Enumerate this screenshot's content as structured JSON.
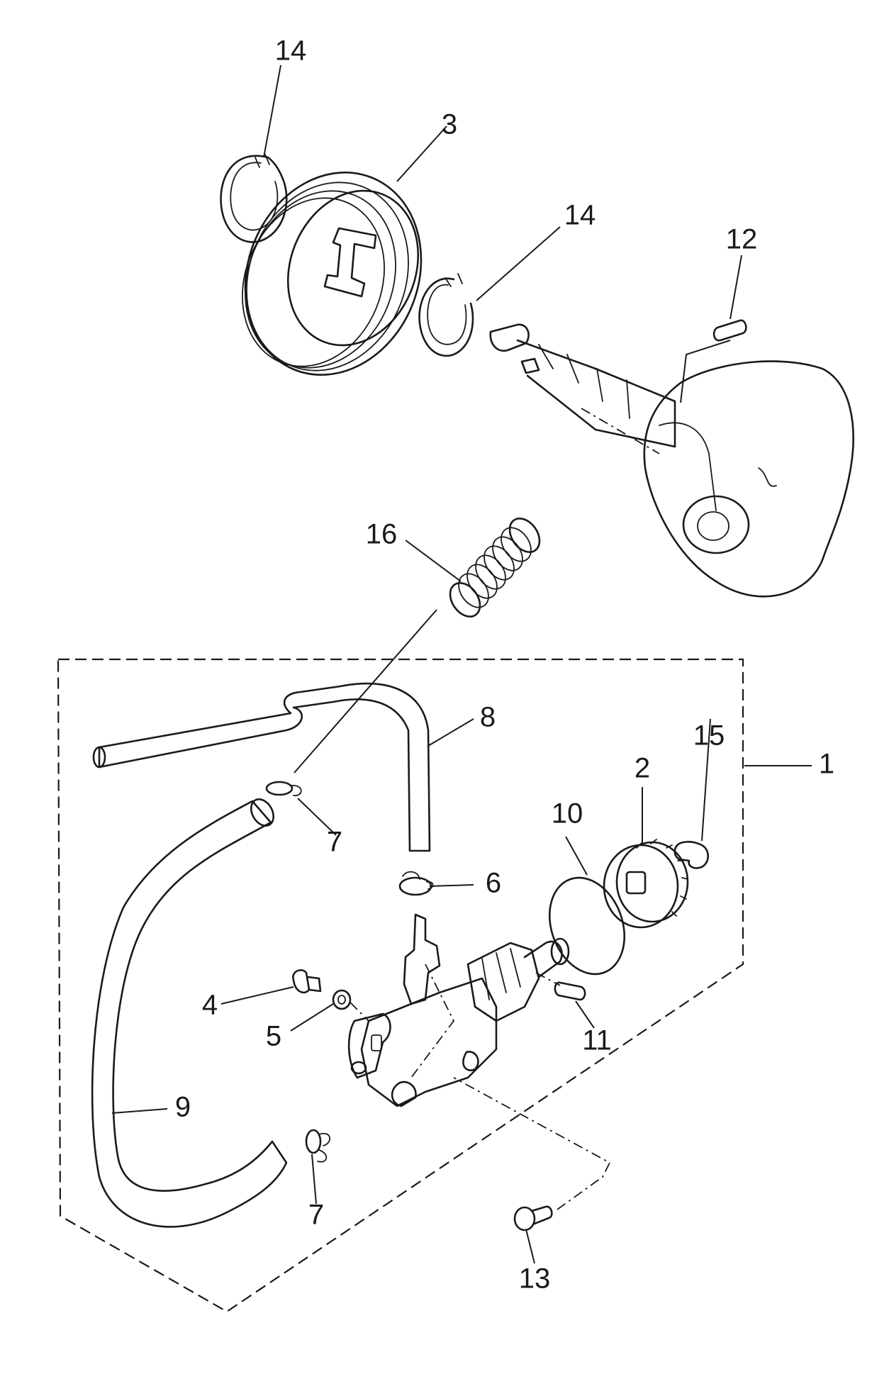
{
  "callouts": [
    {
      "id": "c14a",
      "label": "14"
    },
    {
      "id": "c3",
      "label": "3"
    },
    {
      "id": "c14b",
      "label": "14"
    },
    {
      "id": "c12",
      "label": "12"
    },
    {
      "id": "c16",
      "label": "16"
    },
    {
      "id": "c8",
      "label": "8"
    },
    {
      "id": "c15",
      "label": "15"
    },
    {
      "id": "c1",
      "label": "1"
    },
    {
      "id": "c2",
      "label": "2"
    },
    {
      "id": "c10",
      "label": "10"
    },
    {
      "id": "c7a",
      "label": "7"
    },
    {
      "id": "c6",
      "label": "6"
    },
    {
      "id": "c4",
      "label": "4"
    },
    {
      "id": "c5",
      "label": "5"
    },
    {
      "id": "c11",
      "label": "11"
    },
    {
      "id": "c9",
      "label": "9"
    },
    {
      "id": "c7b",
      "label": "7"
    },
    {
      "id": "c13",
      "label": "13"
    }
  ],
  "parts": [
    {
      "callout": "14",
      "icon": "snap-ring-icon"
    },
    {
      "callout": "3",
      "icon": "pulley-icon"
    },
    {
      "callout": "12",
      "icon": "pin-icon"
    },
    {
      "callout": "16",
      "icon": "spring-icon"
    },
    {
      "callout": "8",
      "icon": "hose-icon"
    },
    {
      "callout": "9",
      "icon": "hose-icon"
    },
    {
      "callout": "7",
      "icon": "hose-clamp-icon"
    },
    {
      "callout": "6",
      "icon": "hose-clamp-icon"
    },
    {
      "callout": "10",
      "icon": "gasket-icon"
    },
    {
      "callout": "2",
      "icon": "gear-icon"
    },
    {
      "callout": "15",
      "icon": "clip-icon"
    },
    {
      "callout": "4",
      "icon": "screw-icon"
    },
    {
      "callout": "5",
      "icon": "washer-icon"
    },
    {
      "callout": "11",
      "icon": "pin-icon"
    },
    {
      "callout": "13",
      "icon": "screw-icon"
    },
    {
      "callout": "1",
      "icon": "oil-pump-assembly-icon"
    }
  ]
}
